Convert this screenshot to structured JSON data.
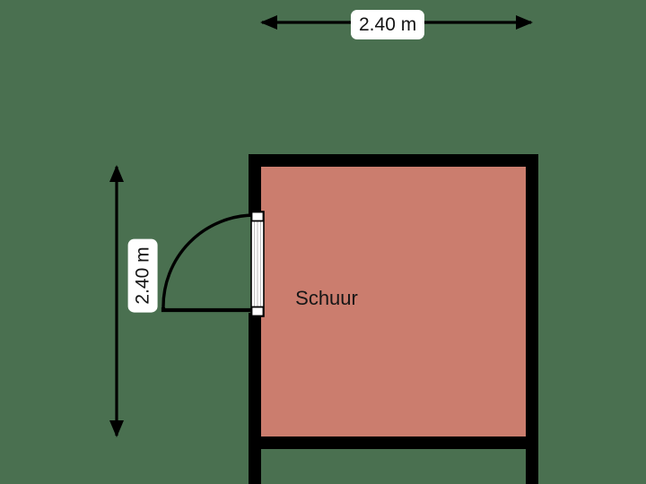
{
  "plan": {
    "background_color": "#4a7050",
    "wall_color": "#000000",
    "room_fill_color": "#cb7d6e",
    "door_frame_color": "#ffffff",
    "label_background_color": "#ffffff",
    "label_text_color": "#141414"
  },
  "rooms": [
    {
      "name": "Schuur",
      "fill": "#cb7d6e"
    }
  ],
  "dimensions": {
    "top": {
      "value": "2.40 m",
      "orientation": "horizontal"
    },
    "left": {
      "value": "2.40 m",
      "orientation": "vertical"
    }
  },
  "icons": {
    "arrow_left": "arrow-left-icon",
    "arrow_right": "arrow-right-icon",
    "arrow_up": "arrow-up-icon",
    "arrow_down": "arrow-down-icon",
    "door_swing": "door-swing-arc-icon"
  }
}
